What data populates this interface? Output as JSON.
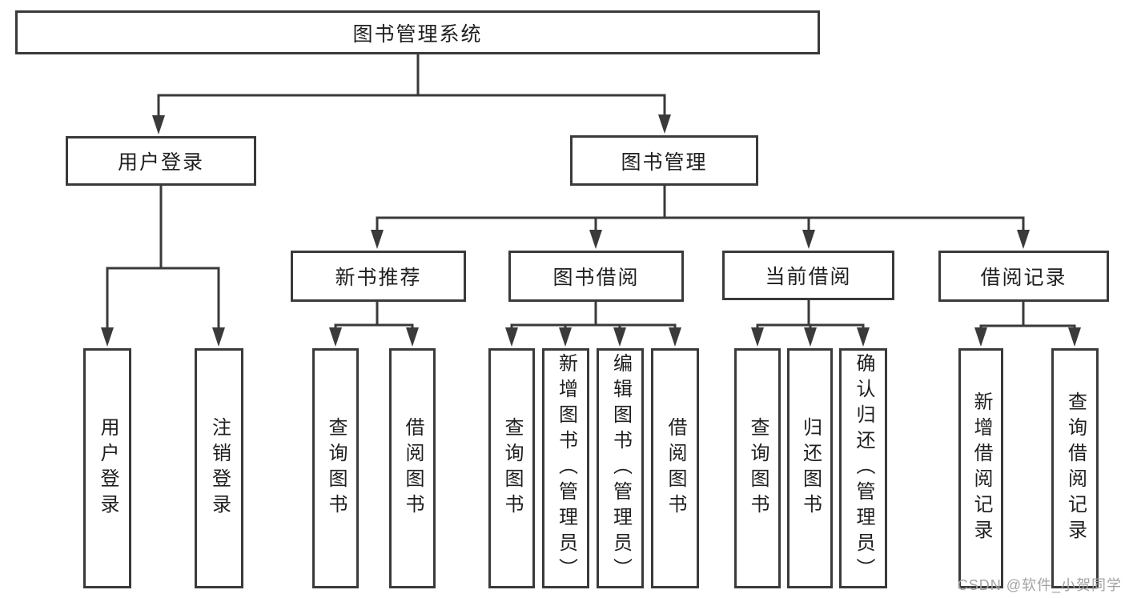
{
  "nodes": {
    "root": "图书管理系统",
    "user_login": "用户登录",
    "book_management": "图书管理",
    "new_book_recommend": "新书推荐",
    "book_borrowing": "图书借阅",
    "current_borrowing": "当前借阅",
    "borrowing_records": "借阅记录",
    "leaf_user_login": "用户登录",
    "leaf_logout_login": "注销登录",
    "leaf_recommend_query_books": "查询图书",
    "leaf_recommend_borrow_books": "借阅图书",
    "leaf_borrowing_query_books": "查询图书",
    "leaf_borrowing_add_books_admin": "新增图书（管理员）",
    "leaf_borrowing_edit_books_admin": "编辑图书（管理员）",
    "leaf_borrowing_borrow_books": "借阅图书",
    "leaf_current_query_books": "查询图书",
    "leaf_current_return_books": "归还图书",
    "leaf_current_confirm_return_admin": "确认归还（管理员）",
    "leaf_records_add_record": "新增借阅记录",
    "leaf_records_query_record": "查询借阅记录"
  },
  "watermark": "CSDN @软件_小贺同学",
  "colors": {
    "line": "#3a3a3a",
    "text": "#1f1f1f",
    "watermark": "#a3a3a3",
    "background": "#ffffff"
  }
}
